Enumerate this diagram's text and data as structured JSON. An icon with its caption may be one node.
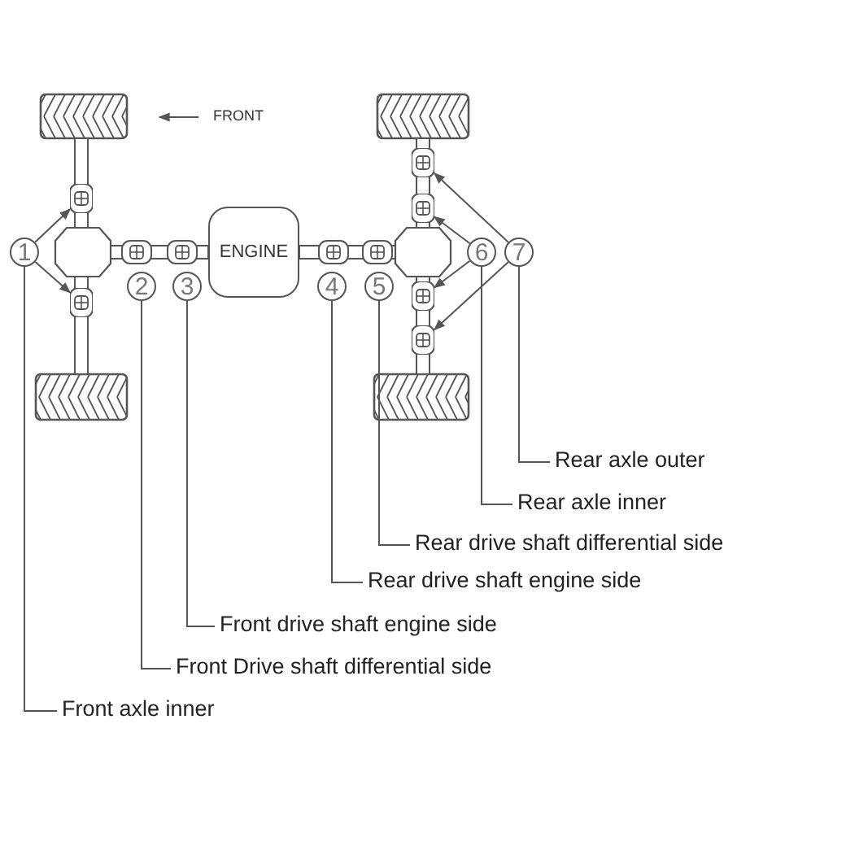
{
  "diagram": {
    "nodes": [
      {
        "text": [
          "ENGINE"
        ]
      },
      {
        "text": [
          "1"
        ]
      },
      {
        "text": [
          "2"
        ]
      },
      {
        "text": [
          "3"
        ]
      },
      {
        "text": [
          "4"
        ]
      },
      {
        "text": [
          "5"
        ]
      },
      {
        "text": [
          "6"
        ]
      },
      {
        "text": [
          "7"
        ]
      },
      {
        "text": [
          "Front axle inner"
        ]
      },
      {
        "text": [
          "Front Drive shaft differential side"
        ]
      },
      {
        "text": [
          "Front drive shaft engine side"
        ]
      },
      {
        "text": [
          "Rear drive shaft engine side"
        ]
      },
      {
        "text": [
          "Rear drive shaft differential side"
        ]
      },
      {
        "text": [
          "Rear axle inner"
        ]
      },
      {
        "text": [
          "Rear axle outer"
        ]
      },
      {
        "text": [],
        "shape": "picture"
      },
      {
        "text": [],
        "shape": "picture"
      },
      {
        "text": [],
        "shape": "picture"
      },
      {
        "text": [],
        "shape": "picture"
      },
      {
        "text": [],
        "shape": "picture"
      },
      {
        "text": [],
        "shape": "picture"
      }
    ],
    "edges": [
      {
        "from": 1,
        "to": 15,
        "arrow": "to"
      },
      {
        "from": 1,
        "to": 16,
        "arrow": "to"
      },
      {
        "from": 6,
        "to": 18,
        "arrow": "to"
      },
      {
        "from": 6,
        "to": 19,
        "arrow": "to"
      },
      {
        "from": 7,
        "to": 17,
        "arrow": "to"
      },
      {
        "from": 7,
        "to": 20,
        "arrow": "to"
      },
      {
        "from": 1,
        "to": 8,
        "arrow": "none"
      },
      {
        "from": 2,
        "to": 9,
        "arrow": "none"
      },
      {
        "from": 3,
        "to": 10,
        "arrow": "none"
      },
      {
        "from": 4,
        "to": 11,
        "arrow": "none"
      },
      {
        "from": 5,
        "to": 12,
        "arrow": "none"
      },
      {
        "from": 6,
        "to": 13,
        "arrow": "none"
      },
      {
        "from": 7,
        "to": 14,
        "arrow": "none"
      }
    ],
    "labels": [
      "FRONT"
    ]
  }
}
